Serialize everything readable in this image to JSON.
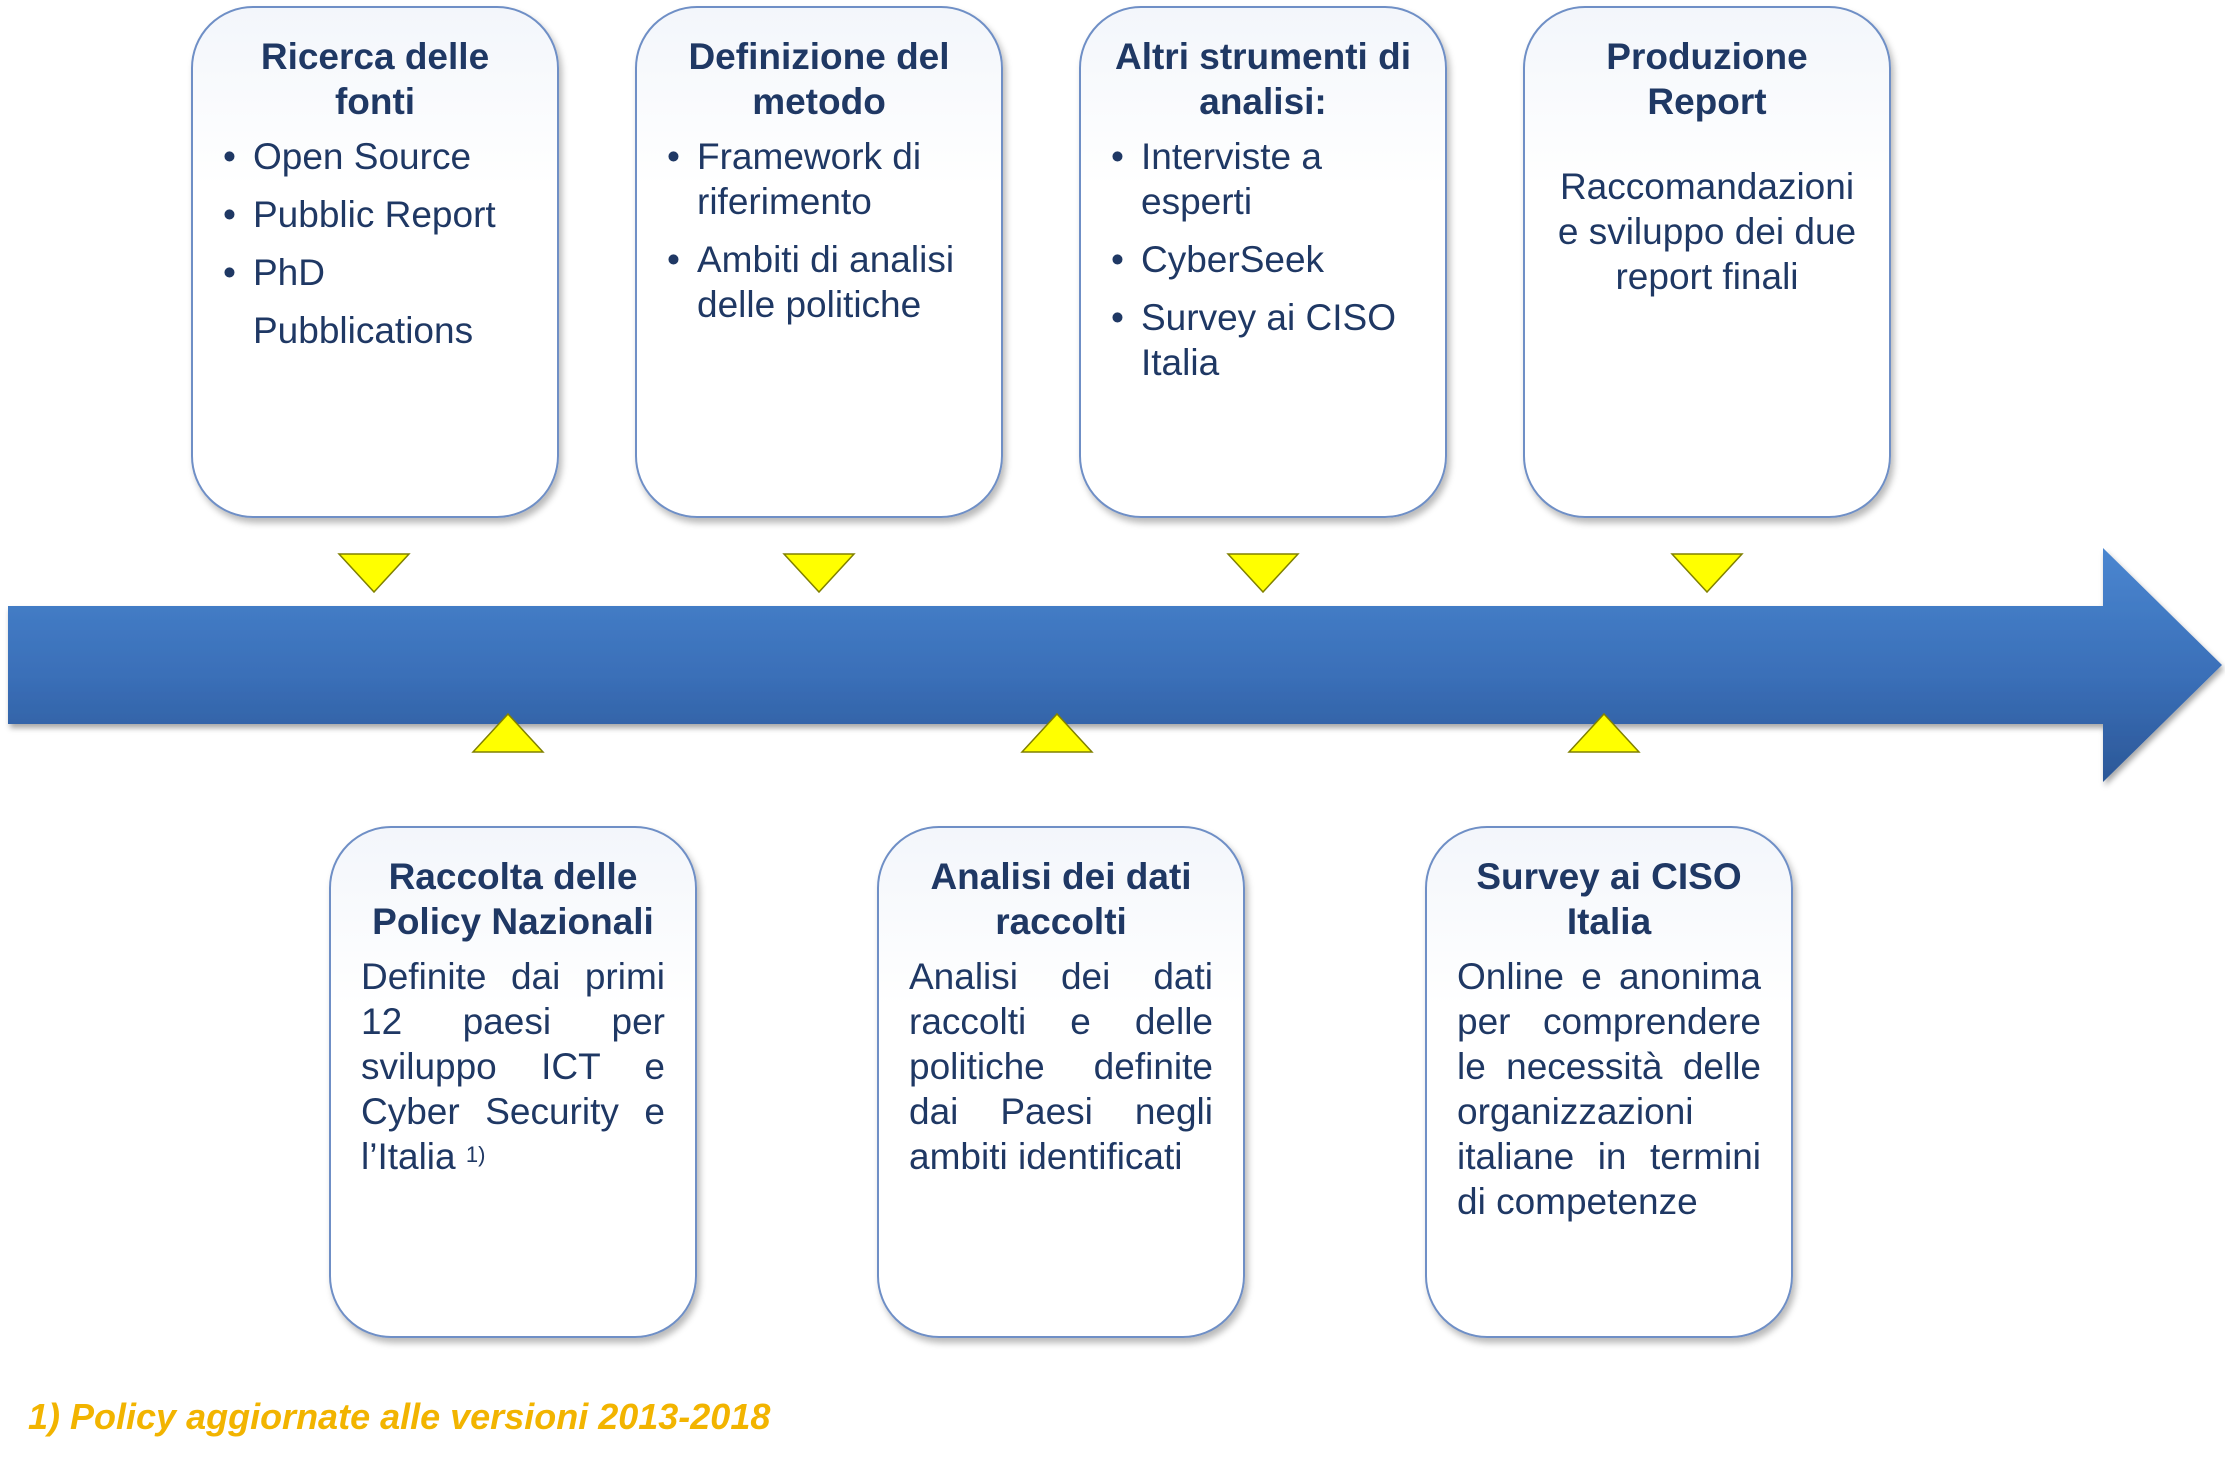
{
  "top_steps": [
    {
      "title": "Ricerca delle fonti",
      "bullets": [
        "Open Source",
        "Pubblic Report",
        "PhD",
        "Pubblications"
      ]
    },
    {
      "title": "Definizione del metodo",
      "bullets": [
        "Framework di riferimento",
        "Ambiti di analisi delle politiche"
      ]
    },
    {
      "title": "Altri strumenti di analisi:",
      "bullets": [
        "Interviste a esperti",
        "CyberSeek",
        "Survey ai CISO Italia"
      ]
    },
    {
      "title": "Produzione Report",
      "text": "Raccomandazioni e sviluppo dei due report  finali"
    }
  ],
  "bottom_steps": [
    {
      "title": "Raccolta delle Policy Nazionali",
      "text": "Definite dai primi 12 paesi per sviluppo ICT e Cyber Security e l’Italia",
      "footnote_ref": "1)"
    },
    {
      "title": "Analisi dei dati raccolti",
      "text": "Analisi dei dati raccolti e delle politiche definite dai Paesi negli ambiti identificati"
    },
    {
      "title": "Survey ai CISO Italia",
      "text": "Online e anonima per comprendere le necessità delle organizzazioni italiane in termini di competenze"
    }
  ],
  "footnote": "1) Policy aggiornate alle versioni 2013-2018",
  "colors": {
    "arrow": "#3a6fb8",
    "markers": "#ffff00",
    "box_border": "#6f8fc6",
    "text": "#1f3864",
    "footnote": "#f2b400"
  }
}
